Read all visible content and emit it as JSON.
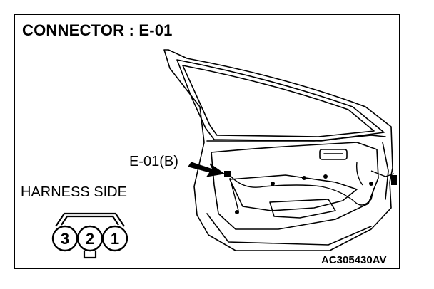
{
  "title": "CONNECTOR : E-01",
  "harness_label": "HARNESS SIDE",
  "callout_label": "E-01(B)",
  "figure_code": "AC305430AV",
  "connector": {
    "pins": [
      "3",
      "2",
      "1"
    ]
  },
  "colors": {
    "line": "#000000",
    "background": "#ffffff"
  }
}
